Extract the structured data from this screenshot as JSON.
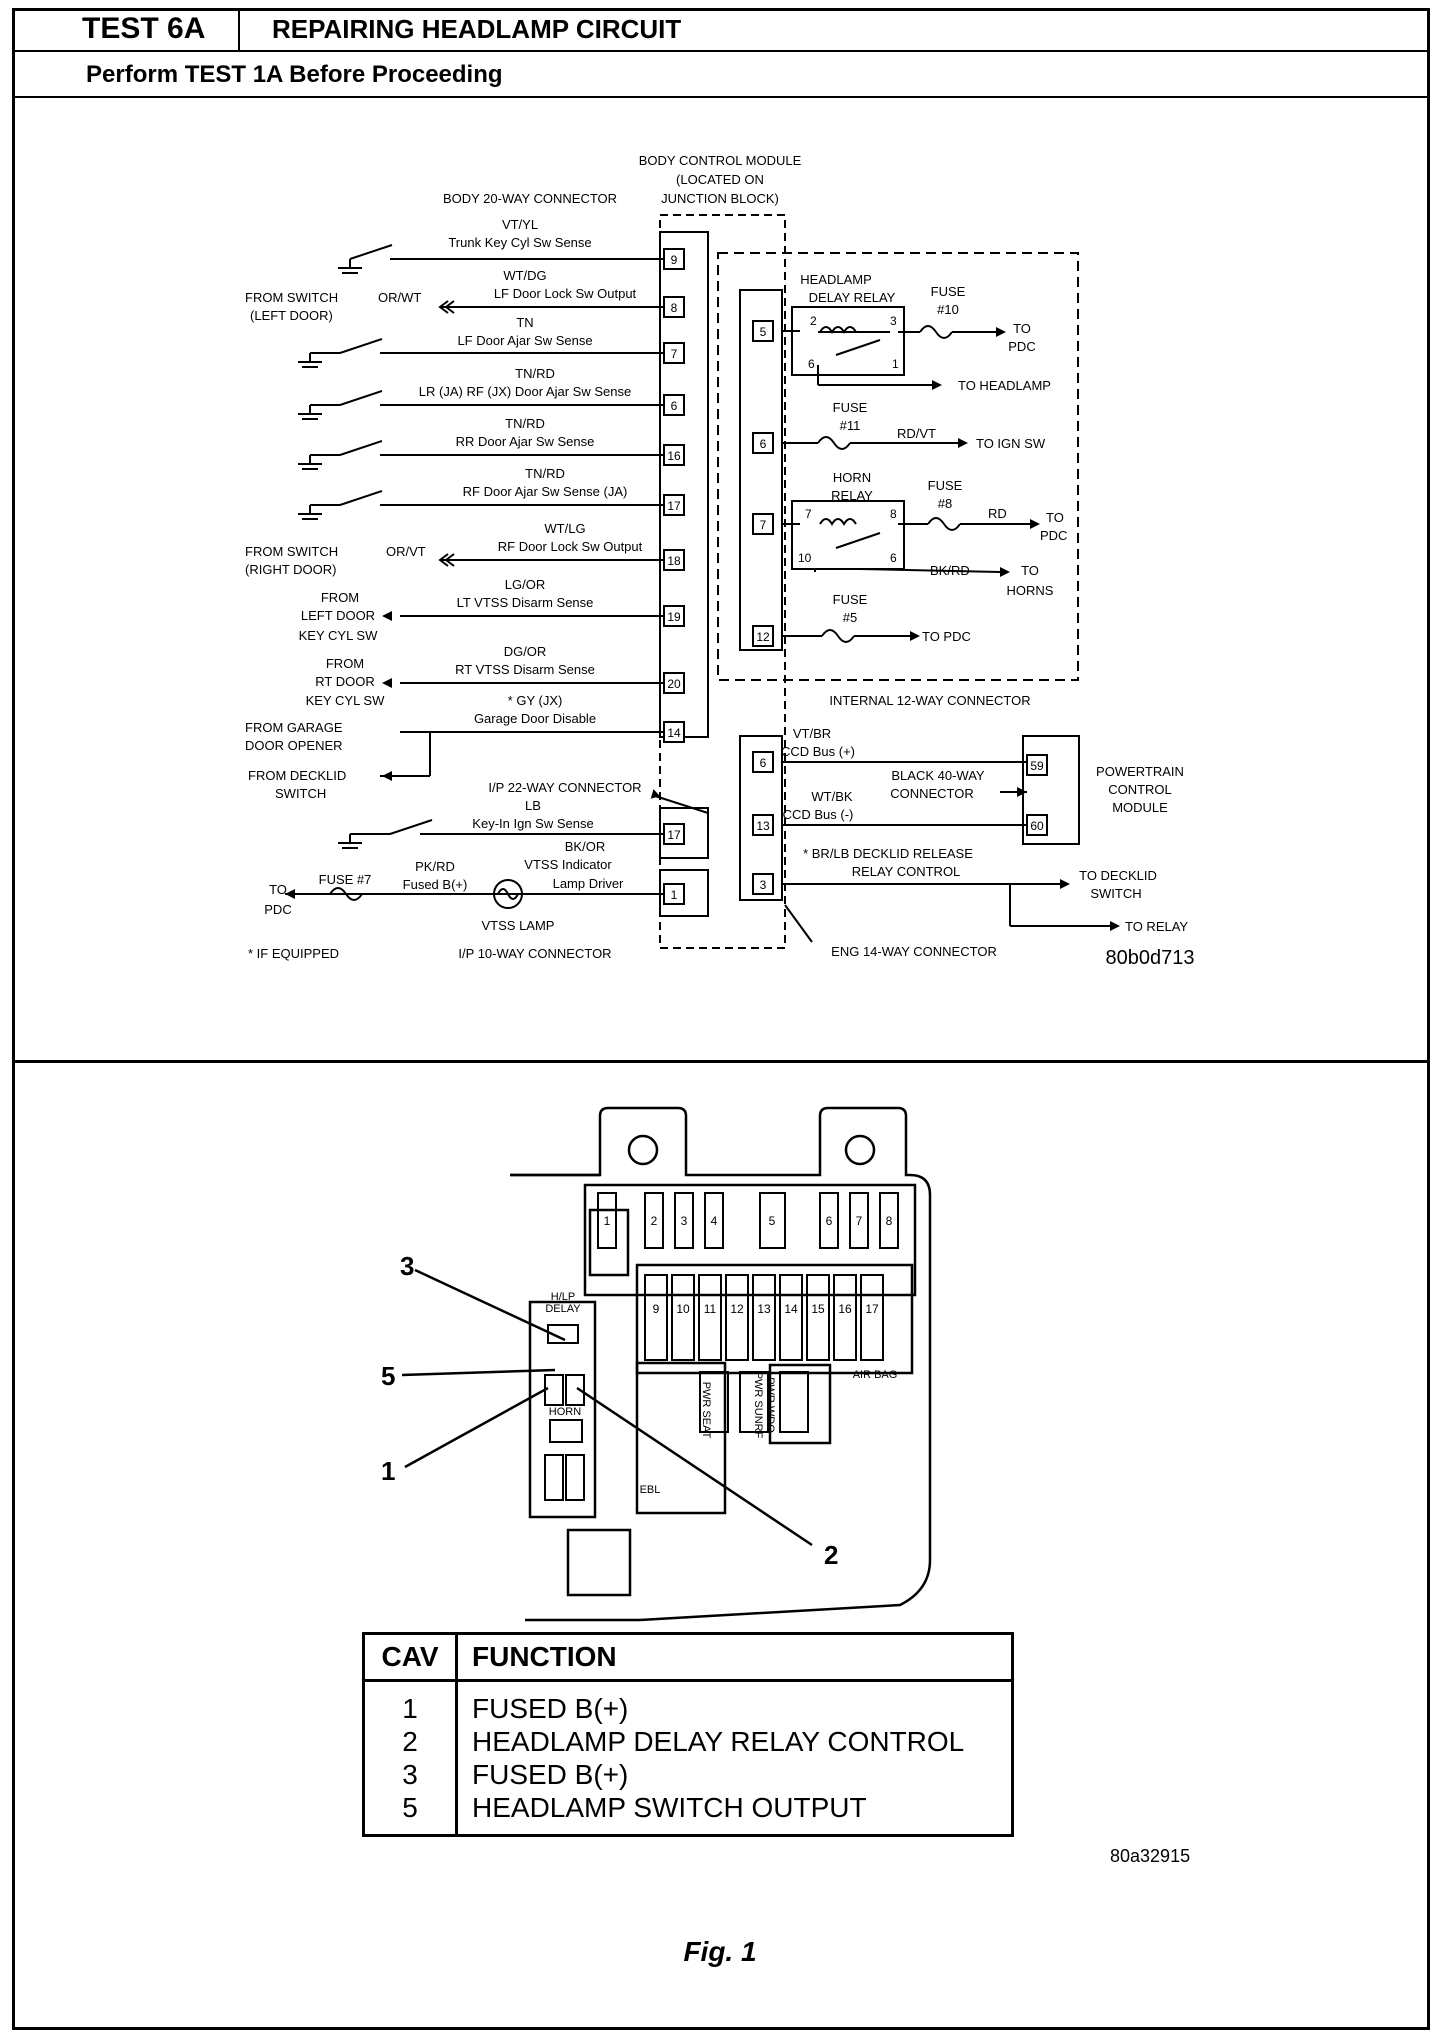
{
  "header": {
    "test_id": "TEST 6A",
    "title": "REPAIRING HEADLAMP CIRCUIT",
    "prerequisite": "Perform TEST 1A Before Proceeding"
  },
  "schematic": {
    "bcm_label": [
      "BODY CONTROL MODULE",
      "(LOCATED ON",
      "JUNCTION BLOCK)"
    ],
    "body_connector_label": "BODY 20-WAY CONNECTOR",
    "body_pins": [
      {
        "pin": "9",
        "wire": "VT/YL",
        "func": "Trunk Key Cyl Sw Sense"
      },
      {
        "pin": "8",
        "wire": "WT/DG",
        "func": "LF Door Lock Sw Output"
      },
      {
        "pin": "7",
        "wire": "TN",
        "func": "LF Door Ajar Sw Sense"
      },
      {
        "pin": "6",
        "wire": "TN/RD",
        "func": "LR (JA) RF (JX) Door Ajar Sw Sense"
      },
      {
        "pin": "16",
        "wire": "TN/RD",
        "func": "RR Door Ajar Sw Sense"
      },
      {
        "pin": "17",
        "wire": "TN/RD",
        "func": "RF Door Ajar Sw Sense (JA)"
      },
      {
        "pin": "18",
        "wire": "WT/LG",
        "func": "RF Door Lock Sw Output"
      },
      {
        "pin": "19",
        "wire": "LG/OR",
        "func": "LT VTSS Disarm Sense"
      },
      {
        "pin": "20",
        "wire": "DG/OR",
        "func": "RT VTSS Disarm Sense"
      },
      {
        "pin": "14",
        "wire": "* GY (JX)",
        "func": "Garage Door Disable"
      }
    ],
    "left_sources": {
      "left_door_switch": [
        "FROM SWITCH",
        "(LEFT DOOR)"
      ],
      "left_door_wire": "OR/WT",
      "right_door_switch": [
        "FROM SWITCH",
        "(RIGHT DOOR)"
      ],
      "right_door_wire": "OR/VT",
      "left_key_cyl": [
        "FROM",
        "LEFT DOOR",
        "KEY CYL SW"
      ],
      "rt_key_cyl": [
        "FROM",
        "RT DOOR",
        "KEY CYL SW"
      ],
      "garage_opener": [
        "FROM GARAGE",
        "DOOR OPENER"
      ],
      "decklid_switch": [
        "FROM DECKLID",
        "SWITCH"
      ]
    },
    "ip22": {
      "label": "I/P 22-WAY CONNECTOR",
      "pin": "17",
      "wire": "LB",
      "func": "Key-In Ign Sw Sense"
    },
    "ip10": {
      "label": "I/P 10-WAY CONNECTOR",
      "pin": "1",
      "wire": "BK/OR",
      "func": [
        "VTSS Indicator",
        "Lamp Driver"
      ]
    },
    "fused_b": {
      "wire": "PK/RD",
      "func": "Fused B(+)",
      "fuse": "FUSE #7",
      "to": [
        "TO",
        "PDC"
      ],
      "lamp": "VTSS LAMP"
    },
    "if_equipped": "* IF EQUIPPED",
    "internal12": {
      "label": "INTERNAL 12-WAY CONNECTOR",
      "pins": [
        "5",
        "6",
        "7",
        "12"
      ],
      "headlamp_relay": [
        "HEADLAMP",
        "DELAY RELAY"
      ],
      "headlamp_relay_pins": [
        "2",
        "3",
        "6",
        "1"
      ],
      "fuse10": [
        "FUSE",
        "#10"
      ],
      "to_pdc": [
        "TO",
        "PDC"
      ],
      "to_headlamp": "TO HEADLAMP",
      "fuse11": [
        "FUSE",
        "#11"
      ],
      "rd_vt": "RD/VT",
      "to_ign_sw": "TO IGN SW",
      "horn_relay": [
        "HORN",
        "RELAY"
      ],
      "horn_relay_pins": [
        "7",
        "8",
        "10",
        "6"
      ],
      "fuse8": [
        "FUSE",
        "#8"
      ],
      "rd": "RD",
      "to_pdc2": [
        "TO",
        "PDC"
      ],
      "bk_rd": "BK/RD",
      "to_horns": [
        "TO",
        "HORNS"
      ],
      "fuse5": [
        "FUSE",
        "#5"
      ],
      "to_pdc3": "TO PDC"
    },
    "eng14": {
      "label": "ENG 14-WAY CONNECTOR",
      "pins": [
        "6",
        "13",
        "3"
      ],
      "ccd_plus": {
        "wire": "VT/BR",
        "func": "CCD Bus (+)"
      },
      "ccd_minus": {
        "wire": "WT/BK",
        "func": "CCD Bus (-)"
      },
      "black40": [
        "BLACK 40-WAY",
        "CONNECTOR"
      ],
      "pcm_pins": [
        "59",
        "60"
      ],
      "pcm": [
        "POWERTRAIN",
        "CONTROL",
        "MODULE"
      ],
      "decklid": [
        "* BR/LB DECKLID RELEASE",
        "RELAY CONTROL"
      ],
      "to_decklid": [
        "TO DECKLID",
        "SWITCH"
      ],
      "to_relay": "TO RELAY"
    },
    "code": "80b0d713"
  },
  "figure": {
    "callouts": [
      "3",
      "5",
      "1",
      "2"
    ],
    "fuse_numbers_top": [
      "1",
      "2",
      "3",
      "4",
      "5",
      "6",
      "7",
      "8"
    ],
    "fuse_numbers_mid": [
      "9",
      "10",
      "11",
      "12",
      "13",
      "14",
      "15",
      "16",
      "17"
    ],
    "labels": {
      "hlp_delay": [
        "H/LP",
        "DELAY"
      ],
      "horn": "HORN",
      "ebl": "EBL",
      "air_bag": "AIR BAG",
      "pwr_seat": "PWR SEAT",
      "pwr_wdo": [
        "PWR WDO",
        "PWR SUNRF"
      ]
    },
    "table": {
      "headers": {
        "cav": "CAV",
        "function": "FUNCTION"
      },
      "rows": [
        {
          "cav": "1",
          "function": "FUSED B(+)"
        },
        {
          "cav": "2",
          "function": "HEADLAMP DELAY RELAY CONTROL"
        },
        {
          "cav": "3",
          "function": "FUSED B(+)"
        },
        {
          "cav": "5",
          "function": "HEADLAMP SWITCH OUTPUT"
        }
      ]
    },
    "code": "80a32915",
    "caption": "Fig. 1"
  }
}
